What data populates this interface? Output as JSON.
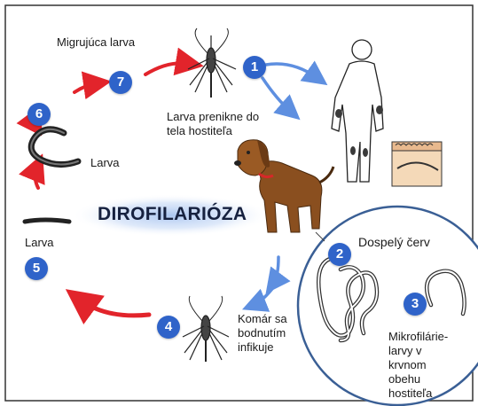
{
  "title": "DIROFILARIÓZA",
  "colors": {
    "badge": "#2f63c9",
    "arrow_red": "#e2242b",
    "arrow_blue": "#5e8fe0",
    "circle_stroke": "#3a5f95",
    "dog": "#8a4f1f"
  },
  "steps": [
    {
      "num": "1",
      "label": "Larva prenikne do tela hostiteľa"
    },
    {
      "num": "2",
      "label": "Dospelý červ"
    },
    {
      "num": "3",
      "label": "Mikrofilárie-larvy v krvnom obehu hostiteľa"
    },
    {
      "num": "4",
      "label": "Komár sa bodnutím infikuje"
    },
    {
      "num": "5",
      "label": "Larva"
    },
    {
      "num": "6",
      "label": "Larva"
    },
    {
      "num": "7",
      "label": "Migrujúca larva"
    }
  ],
  "labels": {
    "migrating": "Migrujúca larva",
    "step1": [
      "Larva prenikne do",
      "tela hostiteľa"
    ],
    "larva_top": "Larva",
    "larva_bottom": "Larva",
    "adult": "Dospelý červ",
    "step4": [
      "Komár sa",
      "bodnutím",
      "infikuje"
    ],
    "step3": [
      "Mikrofilárie-",
      "larvy v",
      "krvnom",
      "obehu",
      "hostiteľa"
    ]
  },
  "icons": [
    "mosquito-icon",
    "human-figure-icon",
    "skin-section-icon",
    "dog-icon",
    "larva-icon",
    "worm-icon"
  ]
}
